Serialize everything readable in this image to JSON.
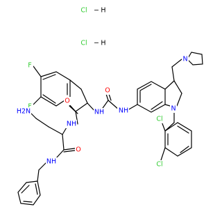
{
  "structure": {
    "salt": [
      {
        "label": "Cl",
        "hydrogen": "H",
        "bond": "−"
      },
      {
        "label": "Cl",
        "hydrogen": "H",
        "bond": "−"
      }
    ],
    "atoms": {
      "F_top": "F",
      "F_mid": "F",
      "O_amide": "O",
      "O_urea": "O",
      "NH_urea_left": "NH",
      "NH_urea_right": "NH",
      "NH_amide": "NH",
      "N_indole": "N",
      "N_pyrrolidine": "N",
      "NH2": "H2N",
      "NH_benzyl": "NH",
      "O_benzyl_amide": "O",
      "Cl_top": "Cl",
      "Cl_bottom": "Cl"
    },
    "colors": {
      "chlorine": "#33cc33",
      "fluorine": "#33cc33",
      "oxygen": "#ff0000",
      "nitrogen": "#0000ff",
      "carbon": "#000000"
    }
  }
}
